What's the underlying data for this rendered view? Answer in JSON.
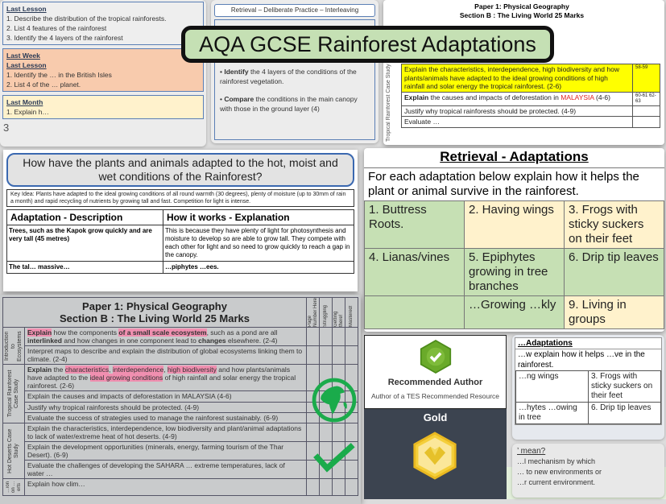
{
  "title_banner": "AQA GCSE Rainforest Adaptations",
  "recap_slide": {
    "last_lesson": {
      "heading": "Last Lesson",
      "items": [
        "1.  Describe the distribution of the tropical rainforests.",
        "2.  List 4 features of the rainforest",
        "3.  Identify the 4 layers of the rainforest"
      ]
    },
    "last_week": {
      "heading1": "Last Week",
      "heading2": "Last Lesson",
      "items": [
        "1.  Identify the … in the British Isles",
        "2.  List 4 of the … planet."
      ]
    },
    "last_month": {
      "heading": "Last Month",
      "items": [
        "1.  Explain h…"
      ]
    },
    "page_fragment": "3"
  },
  "practice_slide": {
    "header": "Retrieval – Deliberate Practice – Interleaving",
    "bullets": [
      {
        "bold": "Identify",
        "text": " the 4 layers of the conditions of the rainforest vegetation."
      },
      {
        "bold": "Compare",
        "text": " the conditions in the main canopy with those in the ground layer (4)"
      }
    ]
  },
  "definition_slide": {
    "question": "’ mean?",
    "lines": [
      "…l mechanism by which",
      "… to new environments or",
      "…r current environment."
    ]
  },
  "checklist_doc": {
    "title1": "Paper 1: Physical Geography",
    "title2": "Section B : The Living World 25 Marks",
    "side_label": "Tropical Rainforest Case Study",
    "rows": [
      {
        "text": "Explain the characteristics, interdependence, high biodiversity and how plants/animals have adapted to the ideal growing conditions of high rainfall and solar energy the tropical rainforest. (2-6)",
        "pages": "58-59"
      },
      {
        "text": "Explain the causes and impacts of deforestation in MALAYSIA (4-6)",
        "pages": "60-61 62-63"
      },
      {
        "text": "Justify why tropical rainforests should be protected. (4-9)",
        "pages": ""
      },
      {
        "text": "Evaluate …",
        "pages": ""
      }
    ]
  },
  "adaptation_sheet": {
    "question": "How have the plants and animals adapted to the hot, moist and wet conditions of the Rainforest?",
    "key_idea": "Key Idea: Plants have adapted to the ideal growing conditions of all round warmth (30 degrees), plenty of moisture (up to 30mm of rain a month) and rapid recycling of nutrients by growing tall and fast. Competition for light is intense.",
    "col1": "Adaptation - Description",
    "col2": "How it works - Explanation",
    "row1_desc": "Trees, such as the Kapok grow quickly and are very tall (45 metres)",
    "row1_expl": "This is because they have plenty of light for photosynthesis and moisture to develop so are able to grow tall. They compete with each other for light and so need to grow quickly to reach a gap in the canopy.",
    "fragment1": "The tal… massive…",
    "fragment2": "…piphytes …ees."
  },
  "retrieval_sheet": {
    "title": "Retrieval - Adaptations",
    "instruction": "For each adaptation below explain how it helps the plant or animal survive in the rainforest.",
    "cells": [
      "1. Buttress Roots.",
      "2. Having wings",
      "3. Frogs with sticky suckers on their feet",
      "4. Lianas/vines",
      "5. Epiphytes growing in tree branches",
      "6. Drip tip leaves",
      "",
      "…Growing …kly",
      "9. Living in groups"
    ]
  },
  "photo_checklist": {
    "title1": "Paper 1: Physical Geography",
    "title2": "Section B : The Living World 25 Marks",
    "columns": [
      "Page Number Here",
      "Struggling",
      "Getting there!",
      "Mastered!"
    ],
    "sections": [
      "Introduction to Ecosystems",
      "Tropical Rainforest Case Study",
      "Hot Deserts Case Study",
      "…ion on …erts"
    ],
    "rows": [
      "Explain how the components of a small scale ecosystem, such as a pond are all interlinked and how changes in one component lead to changes elsewhere. (2-4)",
      "Interpret maps to describe and explain the distribution of global ecosystems linking them to climate. (2-4)",
      "Explain the characteristics, interdependence, high biodiversity and how plants/animals have adapted to the ideal growing conditions of high rainfall and solar energy the tropical rainforest. (2-6)",
      "Explain the causes and impacts of deforestation in MALAYSIA (4-6)",
      "Justify why tropical rainforests should be protected. (4-9)",
      "Evaluate the success of strategies used to manage the rainforest sustainably. (6-9)",
      "Explain the characteristics, interdependence, low biodiversity and plant/animal adaptations to lack of water/extreme heat of hot deserts. (4-9)",
      "Explain the development opportunities (minerals, energy, farming tourism of the Thar Desert). (6-9)",
      "Evaluate the challenges of developing the SAHARA … extreme temperatures, lack of water …",
      "Explain how clim…"
    ]
  },
  "badge": {
    "recommended_title": "Recommended Author",
    "recommended_sub": "Author of a TES Recommended Resource",
    "level": "Gold"
  },
  "small_retrieval": {
    "title": "…Adaptations",
    "instruction": "…w explain how it helps …ve in the rainforest.",
    "cells": [
      "…ng wings",
      "3. Frogs with sticky suckers on their feet",
      "…hytes …owing in tree",
      "6. Drip tip leaves"
    ]
  },
  "colors": {
    "banner": "#c5e0b4",
    "globe": "#1aab4b",
    "badge_green": "#6aaa2a",
    "badge_dark": "#3c4450",
    "gold": "#f5cf3a",
    "highlight": "#f08fb0",
    "yellow_row": "#ffff00"
  }
}
